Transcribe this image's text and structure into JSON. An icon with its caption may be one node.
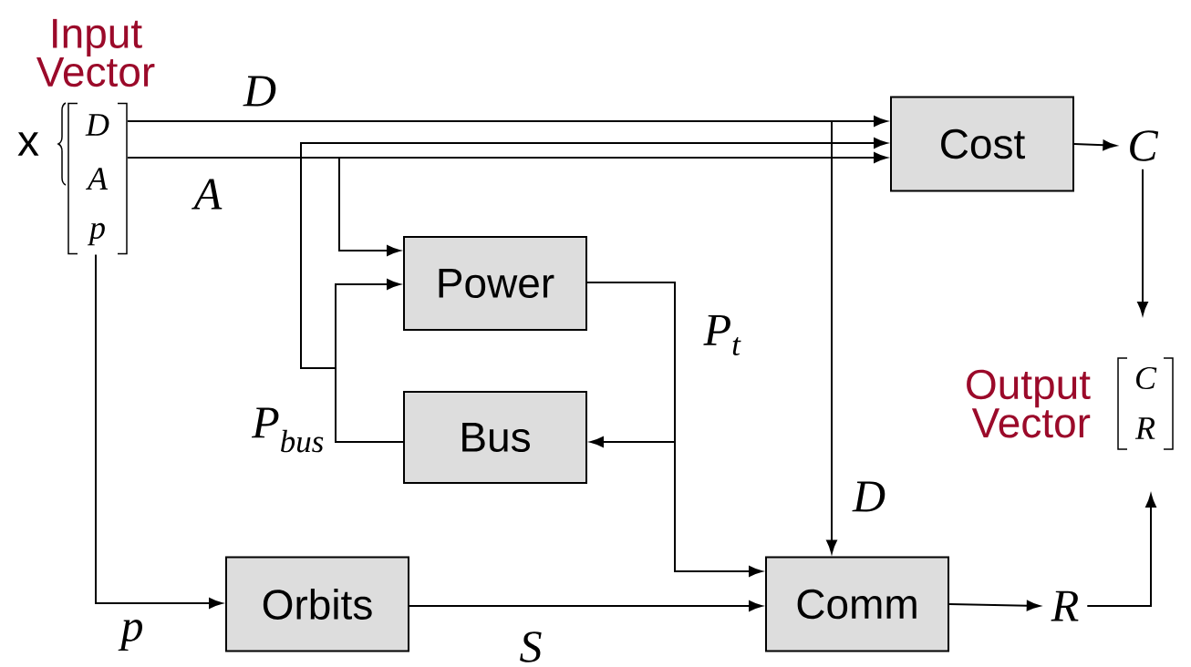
{
  "diagram": {
    "nodes": [
      {
        "text": [
          "Input Vector",
          "x",
          "D",
          "A",
          "p"
        ]
      },
      {
        "text": [
          "Cost"
        ]
      },
      {
        "text": [
          "Power"
        ]
      },
      {
        "text": [
          "Bus"
        ]
      },
      {
        "text": [
          "Orbits"
        ]
      },
      {
        "text": [
          "Comm"
        ]
      },
      {
        "text": [
          "C"
        ]
      },
      {
        "text": [
          "Output Vector",
          "C",
          "R"
        ]
      },
      {
        "text": [
          "R"
        ]
      }
    ],
    "edges": [
      {
        "from": 0,
        "to": 1,
        "arrow": "to",
        "label": "D"
      },
      {
        "from": 0,
        "to": 1,
        "arrow": "to",
        "label": "A"
      },
      {
        "from": 0,
        "to": 2,
        "arrow": "to"
      },
      {
        "from": 3,
        "to": 2,
        "arrow": "to",
        "label": "P$_{bus}$"
      },
      {
        "from": 3,
        "to": 1,
        "arrow": "to"
      },
      {
        "from": 2,
        "to": 3,
        "arrow": "to",
        "label": "P$_{t}$"
      },
      {
        "from": 2,
        "to": 5,
        "arrow": "to"
      },
      {
        "from": 0,
        "to": 5,
        "arrow": "to",
        "label": "D"
      },
      {
        "from": 0,
        "to": 4,
        "arrow": "to",
        "label": "p"
      },
      {
        "from": 4,
        "to": 5,
        "arrow": "to",
        "label": "S"
      },
      {
        "from": 5,
        "to": 8,
        "arrow": "to"
      },
      {
        "from": 8,
        "to": 7,
        "arrow": "to"
      },
      {
        "from": 1,
        "to": 6,
        "arrow": "to"
      },
      {
        "from": 6,
        "to": 7,
        "arrow": "to"
      }
    ]
  }
}
